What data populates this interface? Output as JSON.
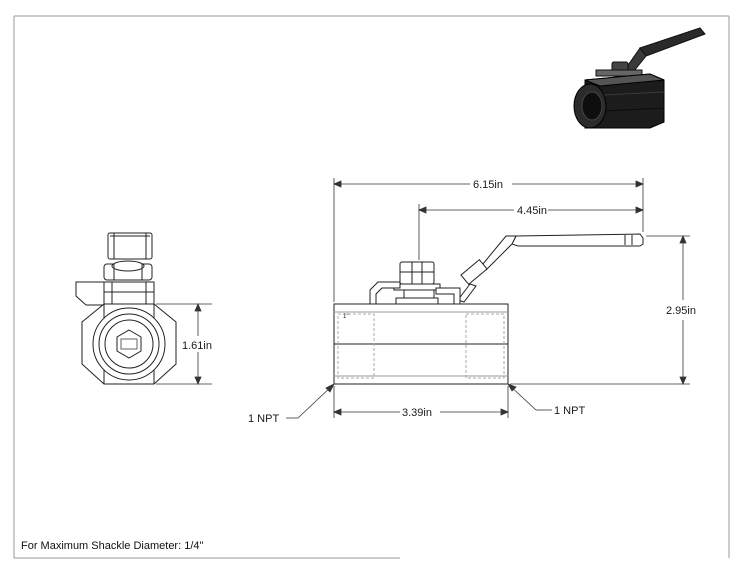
{
  "dimensions": {
    "overall_length": "6.15in",
    "handle_length": "4.45in",
    "height": "2.95in",
    "body_length": "3.39in",
    "end_width": "1.61in"
  },
  "callouts": {
    "left_port": "1 NPT",
    "right_port": "1 NPT",
    "body_marking": "1\""
  },
  "note": "For Maximum Shackle Diameter: 1/4\""
}
